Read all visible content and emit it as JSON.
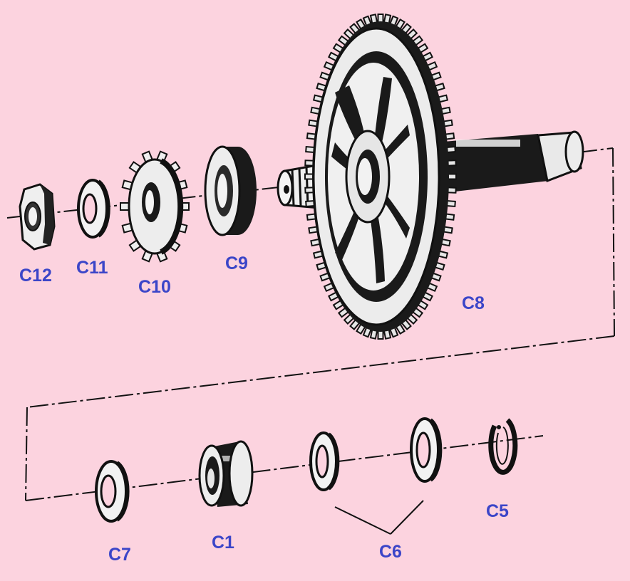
{
  "diagram": {
    "colors": {
      "background": "#fcd3df",
      "ink": "#111111",
      "label": "#3b45c8"
    },
    "parts": [
      {
        "id": "C12",
        "label": "C12",
        "kind": "hex-nut"
      },
      {
        "id": "C11",
        "label": "C11",
        "kind": "washer"
      },
      {
        "id": "C10",
        "label": "C10",
        "kind": "sprocket"
      },
      {
        "id": "C9",
        "label": "C9",
        "kind": "seal"
      },
      {
        "id": "C8",
        "label": "C8",
        "kind": "gear-shaft"
      },
      {
        "id": "C7",
        "label": "C7",
        "kind": "washer"
      },
      {
        "id": "C1",
        "label": "C1",
        "kind": "bushing"
      },
      {
        "id": "C6",
        "label": "C6",
        "kind": "washer-pair"
      },
      {
        "id": "C5",
        "label": "C5",
        "kind": "circlip"
      }
    ]
  }
}
